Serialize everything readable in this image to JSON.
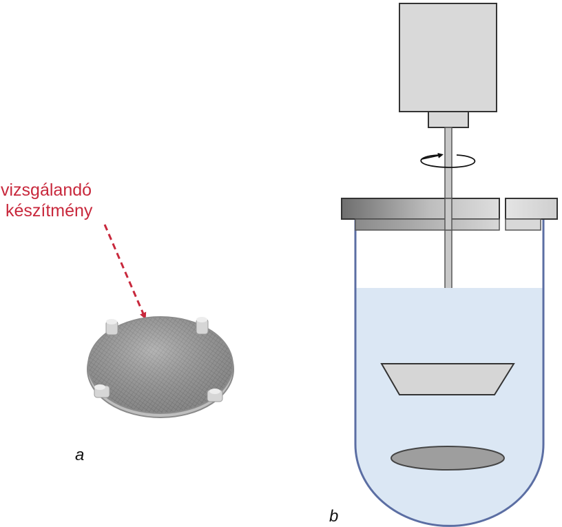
{
  "callout": {
    "line1": "vizsgálandó",
    "line2": "készítmény",
    "color": "#c8283c"
  },
  "panels": {
    "a_label": "a",
    "b_label": "b"
  },
  "colors": {
    "liquid": "#dbe7f4",
    "vessel_outline": "#5b6ea3",
    "metal_light": "#d9d9d9",
    "metal_dark": "#7a7a7a",
    "motor": "#d9d9d9"
  }
}
